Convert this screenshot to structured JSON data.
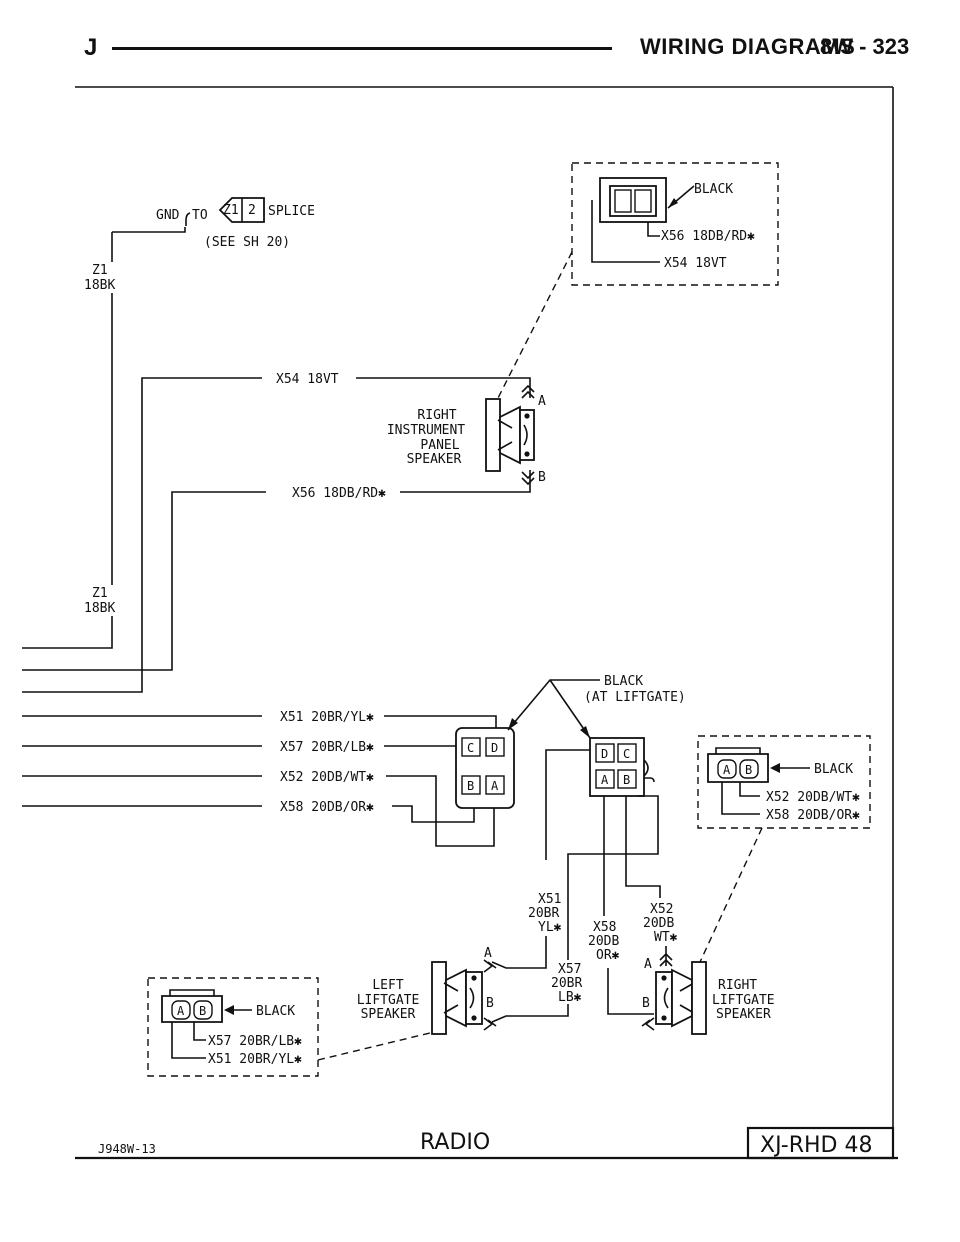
{
  "header": {
    "letter": "J",
    "title": "WIRING DIAGRAMS",
    "page": "8W - 323"
  },
  "ground": {
    "gnd_label": "GND",
    "to_label": "TO",
    "splice_id_left": "Z1",
    "splice_id_right": "2",
    "splice_word": "SPLICE",
    "see_sheet": "(SEE SH 20)",
    "wire_top_code": "Z1",
    "wire_top_gauge": "18BK",
    "wire_bottom_code": "Z1",
    "wire_bottom_gauge": "18BK"
  },
  "instrument_panel_speaker": {
    "name_lines": [
      "RIGHT",
      "INSTRUMENT",
      "PANEL",
      "SPEAKER"
    ],
    "wire_a": "X54 18VT",
    "wire_b": "X56 18DB/RD✱",
    "pin_a": "A",
    "pin_b": "B",
    "connector_color": "BLACK",
    "inset_wire_1": "X56 18DB/RD✱",
    "inset_wire_2": "X54 18VT"
  },
  "liftgate_connector": {
    "color": "BLACK",
    "location": "(AT LIFTGATE)",
    "wires": [
      "X51 20BR/YL✱",
      "X57 20BR/LB✱",
      "X52 20DB/WT✱",
      "X58 20DB/OR✱"
    ],
    "cavities_left": [
      "C",
      "D",
      "B",
      "A"
    ],
    "cavities_right": [
      "D",
      "C",
      "A",
      "B"
    ]
  },
  "liftgate_wires": {
    "x51_code": "X51",
    "x51_gauge": "20BR",
    "x51_color": "YL✱",
    "x58_code": "X58",
    "x58_gauge": "20DB",
    "x58_color": "OR✱",
    "x57_code": "X57",
    "x57_gauge": "20BR",
    "x57_color": "LB✱",
    "x52_code": "X52",
    "x52_gauge": "20DB",
    "x52_color": "WT✱"
  },
  "left_liftgate_speaker": {
    "name_lines": [
      "LEFT",
      "LIFTGATE",
      "SPEAKER"
    ],
    "pin_a": "A",
    "pin_b": "B",
    "connector_color": "BLACK",
    "inset_pin_a": "A",
    "inset_pin_b": "B",
    "inset_wire_1": "X57 20BR/LB✱",
    "inset_wire_2": "X51 20BR/YL✱"
  },
  "right_liftgate_speaker": {
    "name_lines": [
      "RIGHT",
      "LIFTGATE",
      "SPEAKER"
    ],
    "pin_a": "A",
    "pin_b": "B",
    "connector_color": "BLACK",
    "inset_pin_a": "A",
    "inset_pin_b": "B",
    "inset_wire_1": "X52 20DB/WT✱",
    "inset_wire_2": "X58 20DB/OR✱"
  },
  "footer": {
    "figure_id": "J948W-13",
    "caption": "RADIO",
    "sheet_ref": "XJ-RHD 48"
  }
}
